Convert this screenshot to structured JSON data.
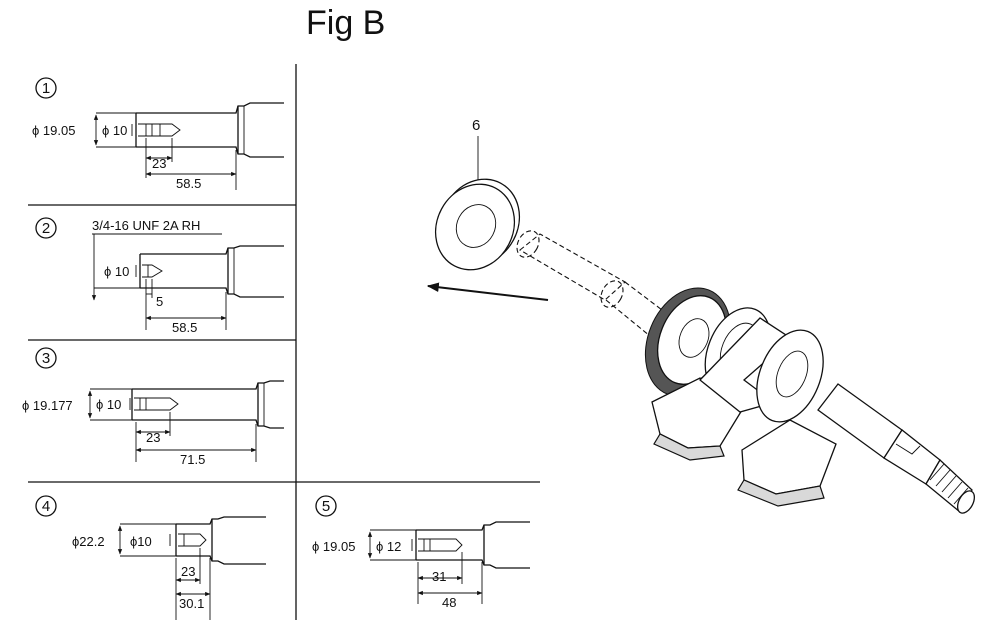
{
  "figure": {
    "title": "Fig B",
    "part_number": "6",
    "panels": [
      {
        "number": "1",
        "outer_dia": "ϕ 19.05",
        "inner_dia": "ϕ 10",
        "depth": "23",
        "length": "58.5"
      },
      {
        "number": "2",
        "thread": "3/4-16 UNF 2A RH",
        "inner_dia": "ϕ 10",
        "depth": "5",
        "length": "58.5"
      },
      {
        "number": "3",
        "outer_dia": "ϕ 19.177",
        "inner_dia": "ϕ 10",
        "depth": "23",
        "length": "71.5"
      },
      {
        "number": "4",
        "outer_dia": "ϕ22.2",
        "inner_dia": "ϕ10",
        "depth": "23",
        "length": "30.1"
      },
      {
        "number": "5",
        "outer_dia": "ϕ 19.05",
        "inner_dia": "ϕ 12",
        "depth": "31",
        "length": "48"
      }
    ]
  }
}
